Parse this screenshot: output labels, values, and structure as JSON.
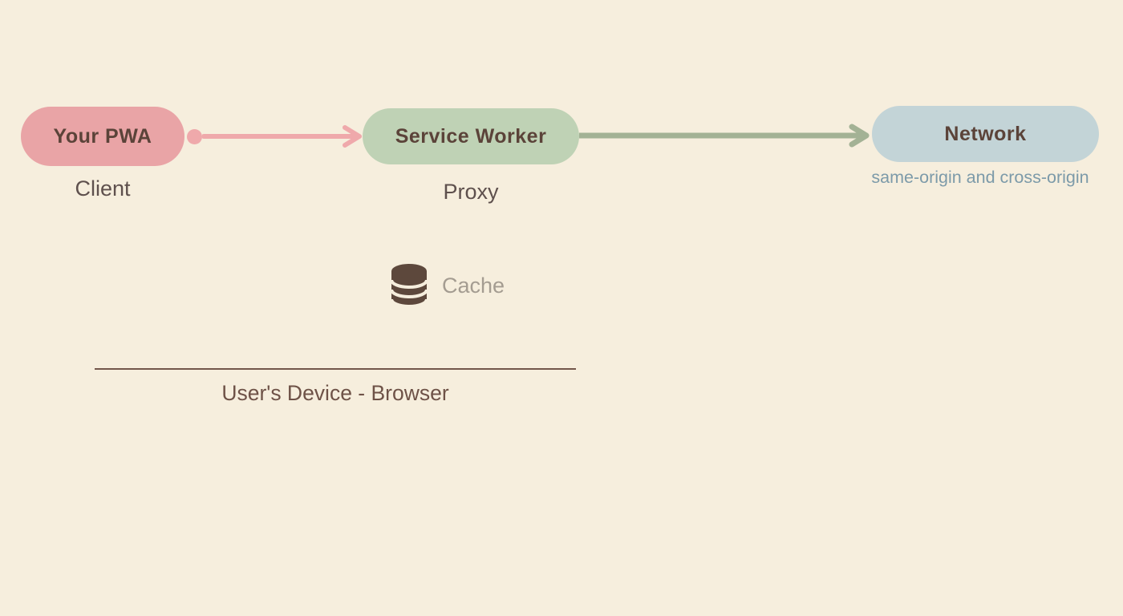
{
  "diagram_title": "PWA Service Worker proxy diagram",
  "colors": {
    "background": "#f6eedd",
    "pwa_pill_fill": "#e9a4a6",
    "service_worker_pill_fill": "#bfd2b5",
    "network_pill_fill": "#c3d4d7",
    "pill_label_text": "#5b4339",
    "pink_arrow": "#efa9ab",
    "green_arrow": "#a3b295",
    "cache_icon": "#5d483c",
    "cache_label_text": "#a49c91",
    "sublabel_text": "#5e504d",
    "origin_label_text": "#7c9aa9",
    "device_boundary": "#6e5247"
  },
  "nodes": {
    "pwa": {
      "label": "Your PWA",
      "sublabel": "Client"
    },
    "service_worker": {
      "label": "Service Worker",
      "sublabel": "Proxy"
    },
    "network": {
      "label": "Network",
      "sublabel": "same-origin and cross-origin"
    }
  },
  "connections": {
    "pwa_to_service_worker": "pink arrow with start dot",
    "service_worker_to_network": "green arrow"
  },
  "cache": {
    "label": "Cache",
    "icon": "database-icon"
  },
  "device_boundary": {
    "label": "User's Device - Browser"
  }
}
